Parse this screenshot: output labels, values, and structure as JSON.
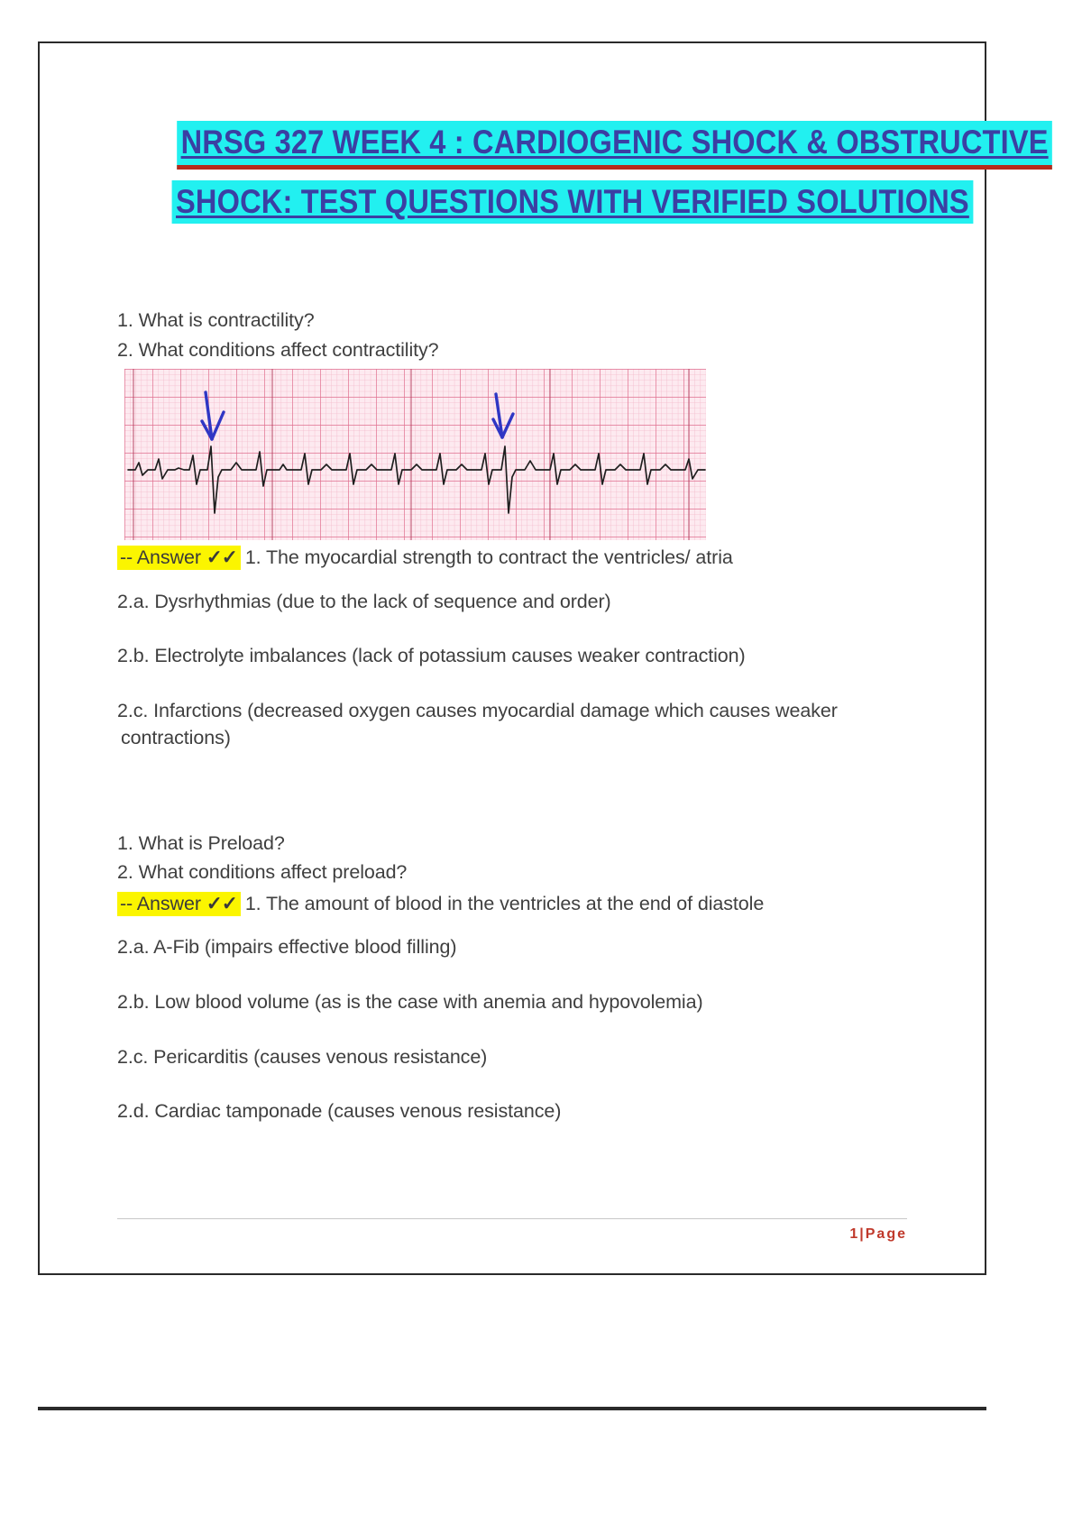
{
  "document": {
    "title_line_1": "NRSG 327 WEEK 4 : CARDIOGENIC SHOCK & OBSTRUCTIVE",
    "title_line_2": "SHOCK: TEST QUESTIONS WITH VERIFIED SOLUTIONS",
    "title_highlight_color": "#22f0f0",
    "title_text_color": "#3b3fa3",
    "title_rule_color": "#b52a1c",
    "highlight_color": "#fbf500",
    "body_text_color": "#3f3f3f"
  },
  "blocks": [
    {
      "questions": [
        "1. What is contractility?",
        "2. What conditions affect contractility?"
      ],
      "figure": {
        "name": "ecg-rhythm-strip",
        "caption": "",
        "annotation": "two blue downward arrows marking premature ventricular complexes"
      },
      "answer": {
        "tag": "-- Answer ",
        "checks": "✓✓",
        "text": "1. The myocardial strength to contract the ventricles/ atria"
      },
      "items": [
        "2.a. Dysrhythmias (due to the lack of sequence and order)",
        "2.b. Electrolyte imbalances (lack of potassium causes weaker contraction)"
      ],
      "item_wrapped": {
        "line1": "2.c. Infarctions (decreased oxygen causes myocardial damage which causes weaker",
        "line2": "contractions)"
      }
    },
    {
      "questions": [
        "1. What is Preload?",
        "2. What conditions affect preload?"
      ],
      "answer": {
        "tag": "-- Answer ",
        "checks": "✓✓",
        "text": "1. The amount of blood in the ventricles at the end of diastole"
      },
      "items": [
        "2.a. A-Fib (impairs effective blood filling)",
        "2.b. Low blood volume (as is the case with anemia and hypovolemia)",
        "2.c. Pericarditis (causes venous resistance)",
        "2.d. Cardiac tamponade (causes venous resistance)"
      ]
    }
  ],
  "footer": {
    "page_label": "1|Page",
    "page_label_color": "#c0392b"
  }
}
